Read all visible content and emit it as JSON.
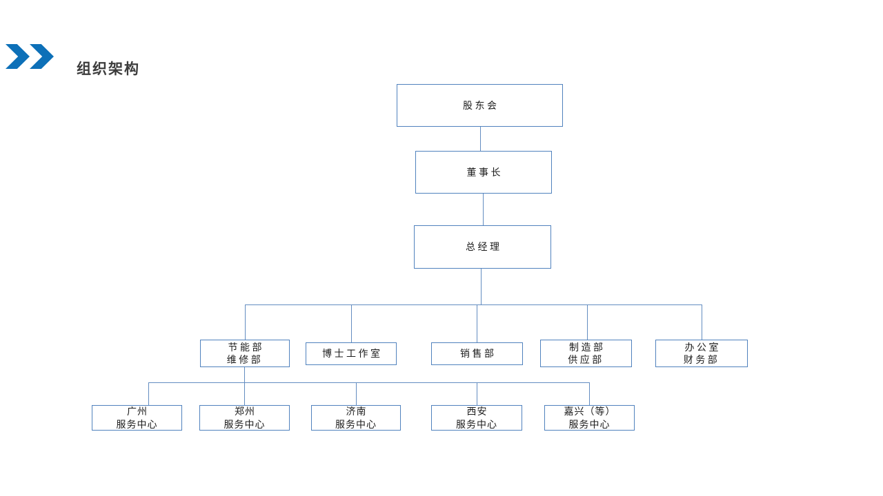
{
  "slide": {
    "title": "组织架构"
  },
  "decor": {
    "chevron_icon": "double-chevron-right",
    "chevron_color": "#0d70b8",
    "box_border_color": "#4f81bd",
    "connector_color": "#628cc0",
    "title_color": "#3c3c3c",
    "background_color": "#ffffff"
  },
  "chart": {
    "type": "org-chart",
    "nodes": {
      "shareholders": {
        "label": "股东会",
        "level": 1
      },
      "chairman": {
        "label": "董事长",
        "level": 2,
        "parent": "shareholders"
      },
      "general_manager": {
        "label": "总经理",
        "level": 3,
        "parent": "chairman"
      },
      "dept_energy_maintenance": {
        "label": "节能部\n维修部",
        "level": 4,
        "parent": "general_manager"
      },
      "dept_doctor_studio": {
        "label": "博士工作室",
        "level": 4,
        "parent": "general_manager"
      },
      "dept_sales": {
        "label": "销售部",
        "level": 4,
        "parent": "general_manager"
      },
      "dept_manufacturing_supply": {
        "label": "制造部\n供应部",
        "level": 4,
        "parent": "general_manager"
      },
      "dept_office_finance": {
        "label": "办公室\n财务部",
        "level": 4,
        "parent": "general_manager"
      },
      "sc_guangzhou": {
        "label": "广州\n服务中心",
        "level": 5,
        "parent": "dept_energy_maintenance"
      },
      "sc_zhengzhou": {
        "label": "郑州\n服务中心",
        "level": 5,
        "parent": "dept_energy_maintenance"
      },
      "sc_jinan": {
        "label": "济南\n服务中心",
        "level": 5,
        "parent": "dept_energy_maintenance"
      },
      "sc_xian": {
        "label": "西安\n服务中心",
        "level": 5,
        "parent": "dept_energy_maintenance"
      },
      "sc_jiaxing": {
        "label": "嘉兴（等）\n服务中心",
        "level": 5,
        "parent": "dept_energy_maintenance"
      }
    }
  }
}
